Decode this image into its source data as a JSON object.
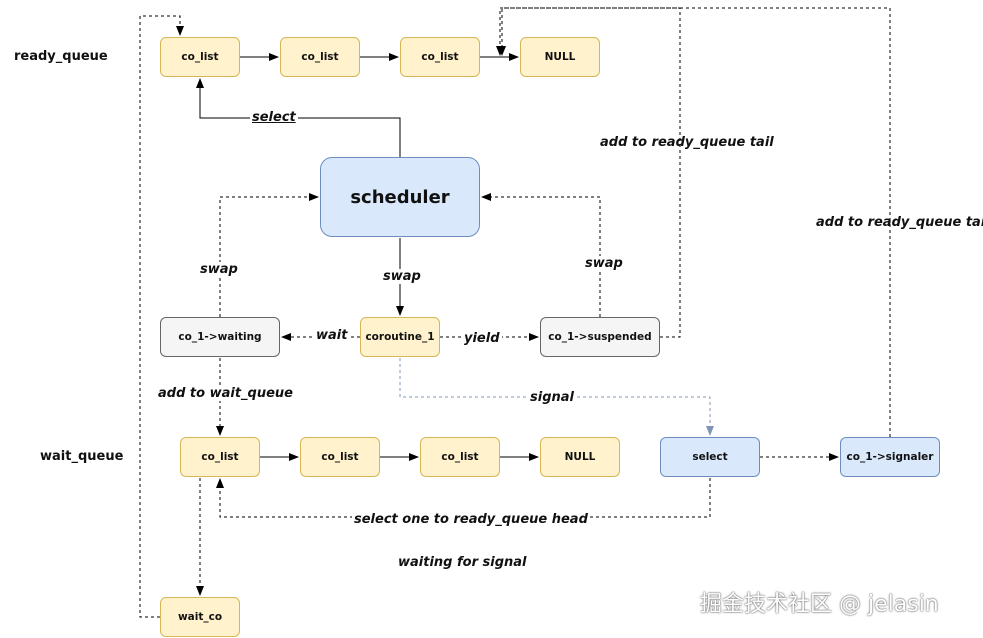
{
  "rows": {
    "ready_queue": "ready_queue",
    "wait_queue": "wait_queue"
  },
  "nodes": {
    "ready1": "co_list",
    "ready2": "co_list",
    "ready3": "co_list",
    "ready_null": "NULL",
    "scheduler": "scheduler",
    "waiting": "co_1->waiting",
    "coroutine": "coroutine_1",
    "suspended": "co_1->suspended",
    "wait1": "co_list",
    "wait2": "co_list",
    "wait3": "co_list",
    "wait_null": "NULL",
    "select": "select",
    "signaler": "co_1->signaler",
    "wait_co": "wait_co"
  },
  "edge_labels": {
    "select": "select",
    "add_ready_tail_1": "add to ready_queue tail",
    "add_ready_tail_2": "add to ready_queue tail",
    "swap_left": "swap",
    "swap_center": "swap",
    "swap_right": "swap",
    "wait": "wait",
    "yield": "yield",
    "add_wait_queue": "add to wait_queue",
    "signal": "signal",
    "select_one": "select one to ready_queue head",
    "waiting_for_signal": "waiting for signal"
  },
  "watermark": "掘金技术社区 @ jelasin",
  "colors": {
    "queue_fill": "#fff2cc",
    "queue_border": "#d6b656",
    "state_fill": "#f5f5f5",
    "state_border": "#666666",
    "blue_fill": "#dae8fc",
    "blue_border": "#6c8ebf",
    "signal_edge": "#7f95b5"
  }
}
